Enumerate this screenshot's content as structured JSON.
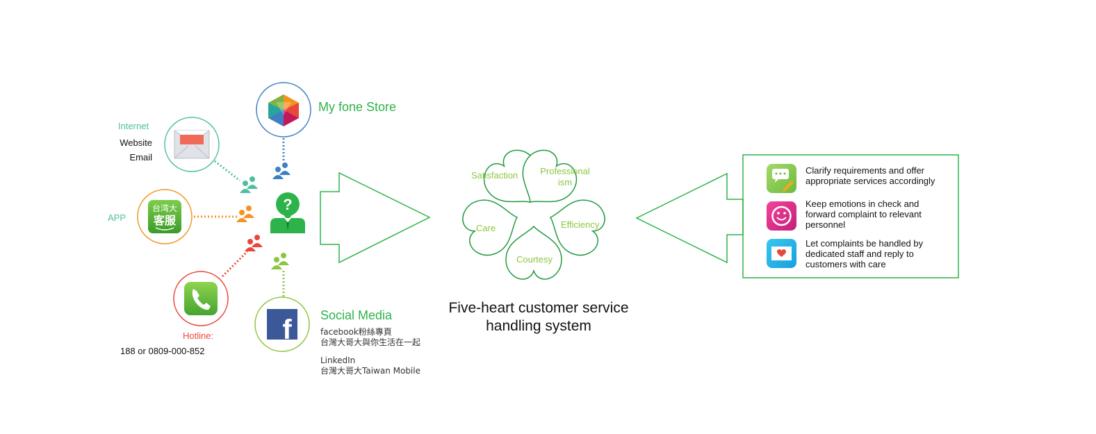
{
  "channels": {
    "internet": {
      "heading": "Internet",
      "line1": "Website",
      "line2": "Email",
      "icon": "email-envelope-icon"
    },
    "store": {
      "label": "My fone Store",
      "icon": "colorful-globe-icon"
    },
    "app": {
      "label": "APP",
      "icon_text_1": "台湾大",
      "icon_text_2": "客服"
    },
    "hotline": {
      "heading": "Hotline:",
      "numbers": "188 or 0809-000-852",
      "icon": "phone-icon"
    },
    "social": {
      "heading": "Social Media",
      "fb_line1": "facebook粉絲專頁",
      "fb_line2": "台灣大哥大與你生活在一起",
      "li_line1": "LinkedIn",
      "li_line2": "台灣大哥大Taiwan Mobile",
      "icon": "facebook-icon"
    }
  },
  "center_agent": {
    "icon": "customer-service-agent-icon",
    "symbol": "?"
  },
  "hearts": {
    "satisfaction": "Satisfaction",
    "professionalism_1": "Professional",
    "professionalism_2": "ism",
    "care": "Care",
    "efficiency": "Efficiency",
    "courtesy": "Courtesy"
  },
  "system_title": {
    "line1": "Five-heart customer service",
    "line2": "handling system"
  },
  "actions": [
    {
      "text": "Clarify requirements and offer appropriate services accordingly",
      "icon": "chat-edit-icon"
    },
    {
      "text": "Keep emotions in check and forward complaint to relevant personnel",
      "icon": "smiley-icon"
    },
    {
      "text": "Let complaints be handled by dedicated staff and reply to customers with care",
      "icon": "heart-letter-icon"
    }
  ],
  "colors": {
    "green": "#2cb34a",
    "heart_stroke": "#1f9a3e",
    "heart_text": "#8cc63f",
    "teal": "#4cbfa0",
    "blue": "#3d7fc4",
    "orange": "#f39322",
    "red": "#e8473c",
    "light_green": "#8cc63f"
  }
}
